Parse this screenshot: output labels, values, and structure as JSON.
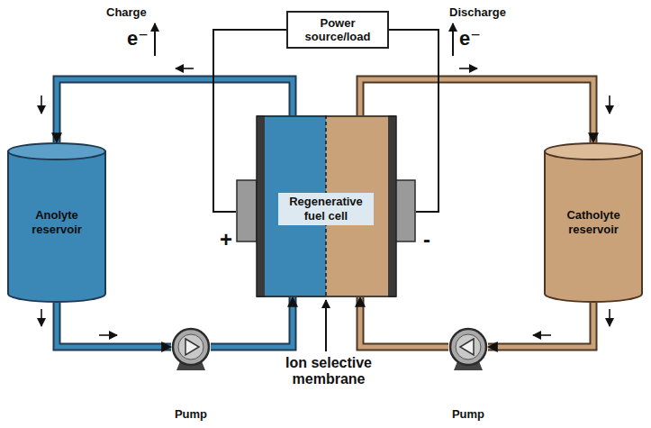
{
  "diagram": {
    "nodes": [
      {
        "text": [
          "Power source/load"
        ]
      },
      {
        "text": [
          "Anolyte reservoir"
        ]
      },
      {
        "text": [
          "Regenerative fuel cell"
        ]
      },
      {
        "text": [
          "Catholyte reservoir"
        ]
      },
      {
        "text": [
          "Pump"
        ]
      },
      {
        "text": [
          "Pump"
        ]
      }
    ],
    "edges": [
      {
        "from": 2,
        "to": 1,
        "arrow": "to"
      },
      {
        "from": 1,
        "to": 4,
        "arrow": "to"
      },
      {
        "from": 4,
        "to": 2,
        "arrow": "to"
      },
      {
        "from": 2,
        "to": 3,
        "arrow": "to"
      },
      {
        "from": 3,
        "to": 5,
        "arrow": "to"
      },
      {
        "from": 5,
        "to": 2,
        "arrow": "to"
      },
      {
        "from": 2,
        "to": 0,
        "arrow": "none"
      },
      {
        "from": 2,
        "to": 0,
        "arrow": "none"
      }
    ],
    "labels": [
      "Charge",
      "e⁻",
      "Discharge",
      "e⁻",
      "+",
      "-",
      "Ion selective membrane"
    ]
  }
}
